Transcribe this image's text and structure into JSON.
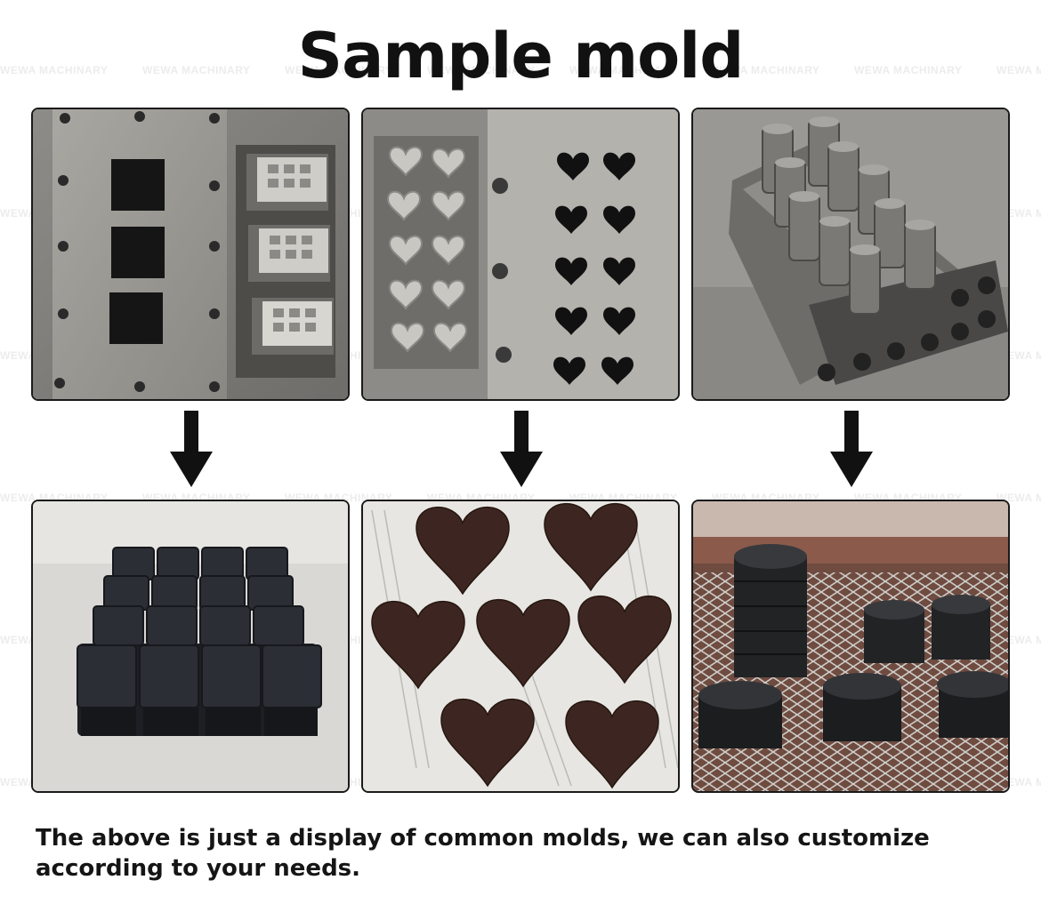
{
  "page": {
    "title": "Sample mold",
    "footer_text": "The above is just a display of common molds, we can also customize according to your needs."
  },
  "watermark": "WEWA MACHINARY",
  "colors": {
    "title": "#111111",
    "panel_border": "#1a1a1a",
    "arrow": "#111111"
  },
  "molds": [
    {
      "shape": "square",
      "mold_image": "square-cavity-mold-photo",
      "product_image": "square-charcoal-briquettes-photo"
    },
    {
      "shape": "heart",
      "mold_image": "heart-cavity-mold-photo",
      "product_image": "heart-charcoal-briquettes-photo"
    },
    {
      "shape": "round",
      "mold_image": "round-punch-mold-photo",
      "product_image": "round-charcoal-briquettes-photo"
    }
  ]
}
